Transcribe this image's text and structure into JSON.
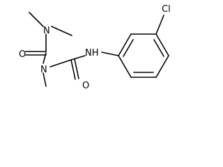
{
  "molecule": {
    "atoms": {
      "n_dimethyl": "N",
      "o_upper": "O",
      "n_methyl": "N",
      "o_lower": "O",
      "nh": "NH",
      "cl": "Cl"
    }
  }
}
